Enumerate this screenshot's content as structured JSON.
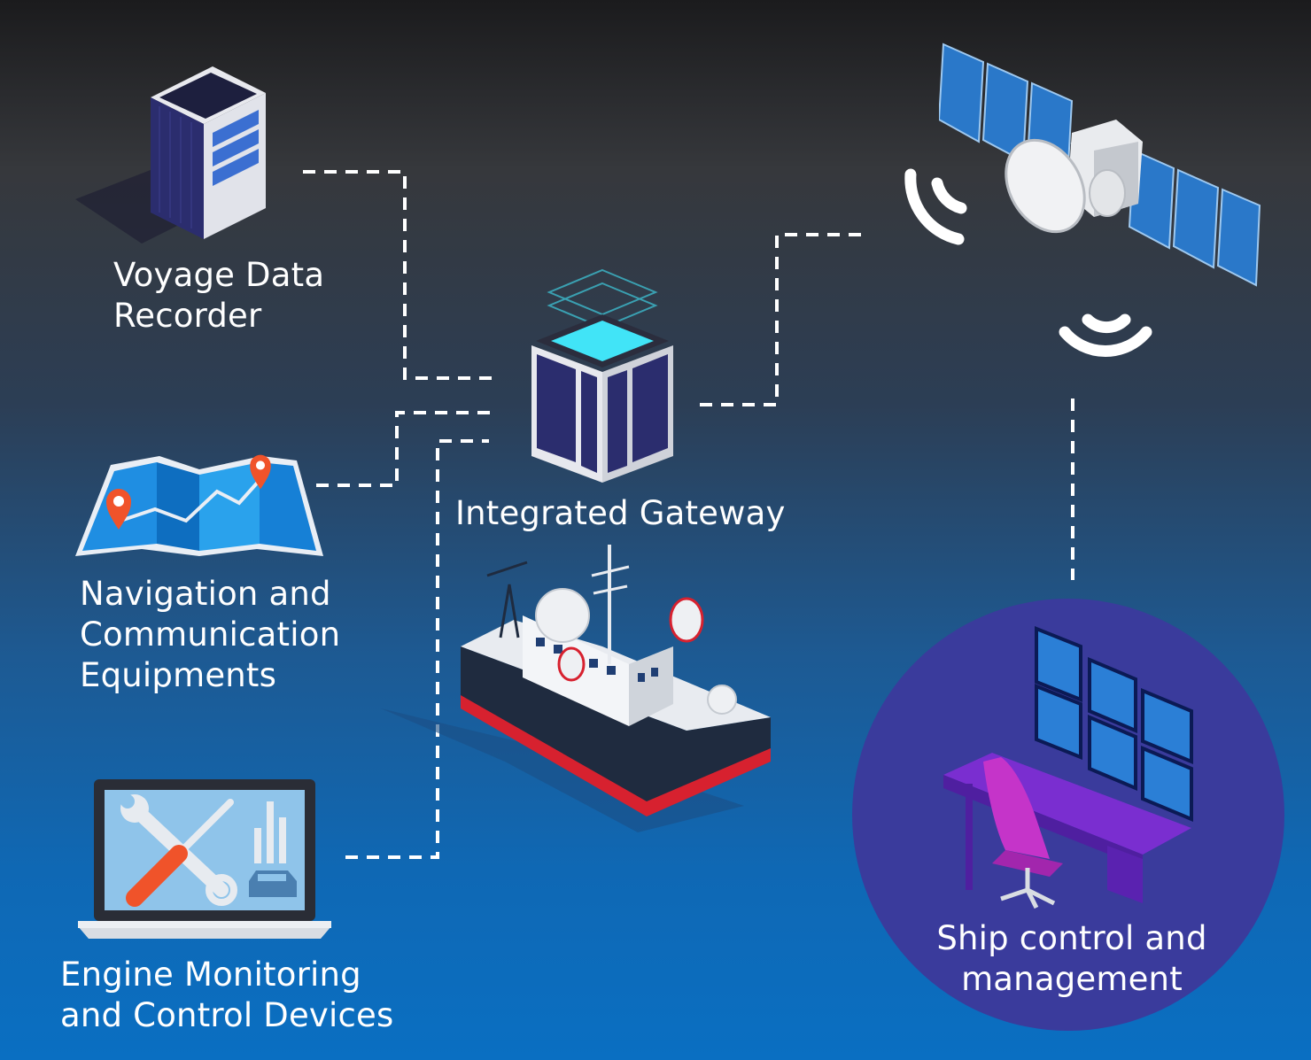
{
  "nodes": {
    "vdr": {
      "lines": [
        "Voyage Data",
        "Recorder"
      ]
    },
    "gateway": {
      "lines": [
        "Integrated Gateway"
      ]
    },
    "navigation": {
      "lines": [
        "Navigation and",
        "Communication",
        "Equipments"
      ]
    },
    "engine": {
      "lines": [
        "Engine Monitoring",
        "and Control Devices"
      ]
    },
    "control": {
      "lines": [
        "Ship control and",
        "management"
      ]
    }
  },
  "colors": {
    "connector": "#ffffff",
    "server_panel": "#2d2f7a",
    "gateway_glow": "#41e4f7",
    "map_blue": "#1f8ee2",
    "map_pin": "#f0532a",
    "ship_hull": "#1f2b3f",
    "ship_stripe": "#d7212f",
    "control_circle": "#3a3b9c",
    "console_purple": "#7a2ed0",
    "chair_pink": "#c534c9"
  },
  "icons": [
    "server-icon",
    "satellite-icon",
    "signal-icon",
    "map-icon",
    "location-pin-icon",
    "gateway-icon",
    "ship-icon",
    "laptop-icon",
    "wrench-icon",
    "screwdriver-icon",
    "car-icon",
    "control-room-icon",
    "chair-icon"
  ]
}
